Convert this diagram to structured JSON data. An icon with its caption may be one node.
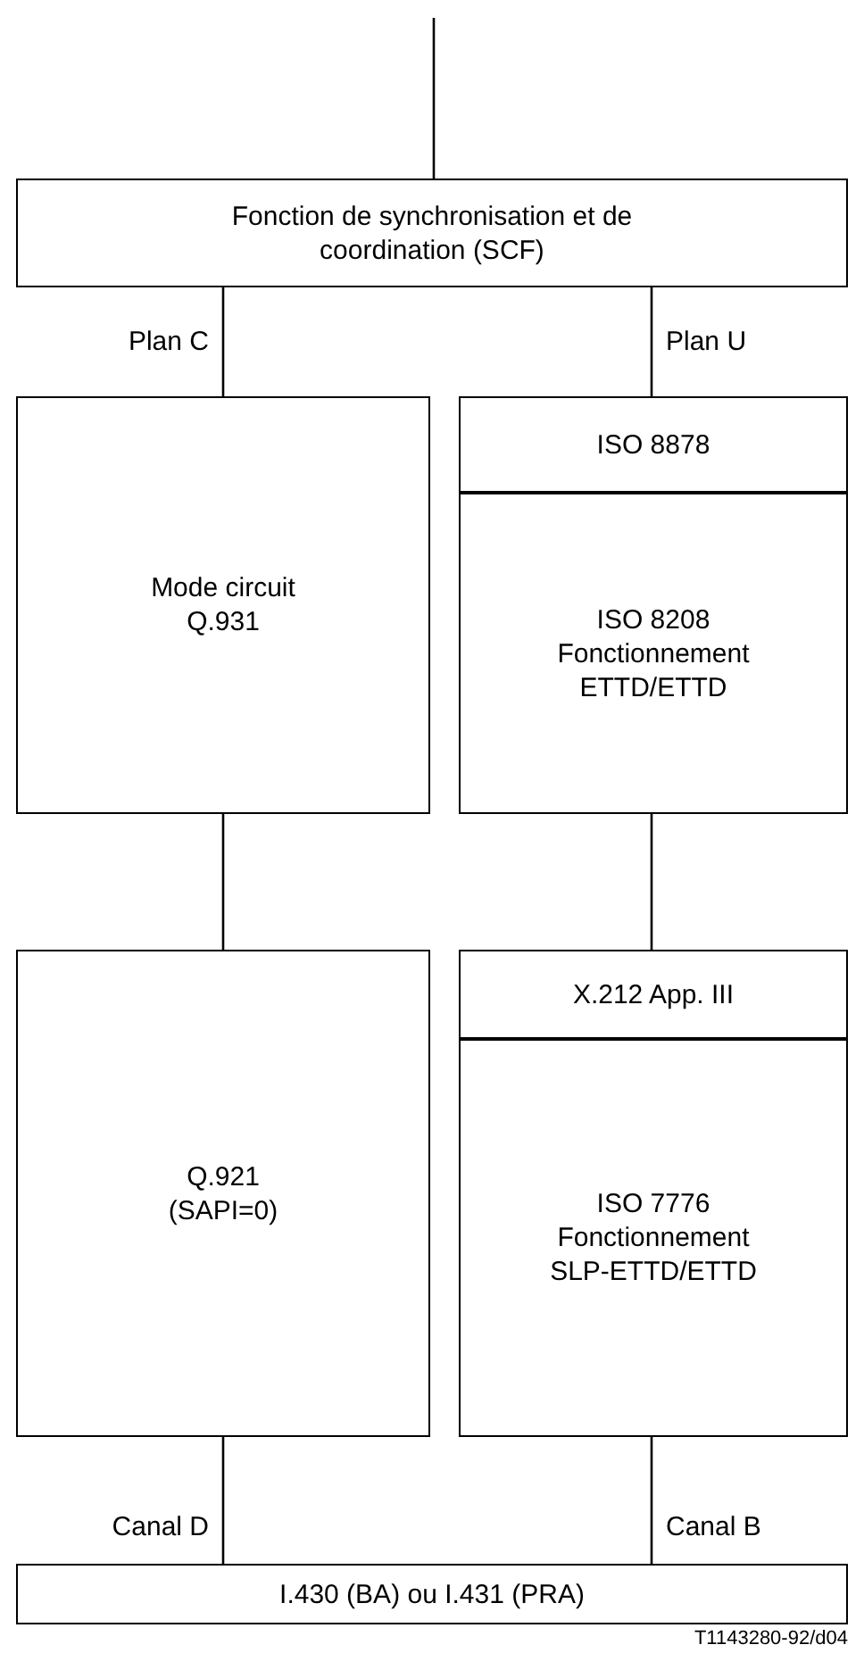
{
  "diagram": {
    "nodes": [
      {
        "text": [
          "Fonction de synchronisation et de coordination (SCF)"
        ]
      },
      {
        "text": [
          "Mode circuit",
          "Q.931"
        ]
      },
      {
        "text": [
          "ISO 8878"
        ]
      },
      {
        "text": [
          "ISO 8208",
          "Fonctionnement ETTD/ETTD"
        ]
      },
      {
        "text": [
          "Q.921",
          "(SAPI=0)"
        ]
      },
      {
        "text": [
          "X.212 App. III"
        ]
      },
      {
        "text": [
          "ISO 7776",
          "Fonctionnement SLP-ETTD/ETTD"
        ]
      },
      {
        "text": [
          "I.430 (BA) ou I.431 (PRA)"
        ]
      }
    ],
    "edges": [
      {
        "from": null,
        "to": 0,
        "arrow": "none"
      },
      {
        "from": 0,
        "to": 1,
        "arrow": "none",
        "label": "Plan C"
      },
      {
        "from": 0,
        "to": 2,
        "arrow": "none",
        "label": "Plan U"
      },
      {
        "from": 1,
        "to": 4,
        "arrow": "none"
      },
      {
        "from": 3,
        "to": 5,
        "arrow": "none"
      },
      {
        "from": 4,
        "to": 7,
        "arrow": "none",
        "label": "Canal D"
      },
      {
        "from": 6,
        "to": 7,
        "arrow": "none",
        "label": "Canal B"
      }
    ],
    "labels": [
      "T1143280-92/d04"
    ]
  }
}
